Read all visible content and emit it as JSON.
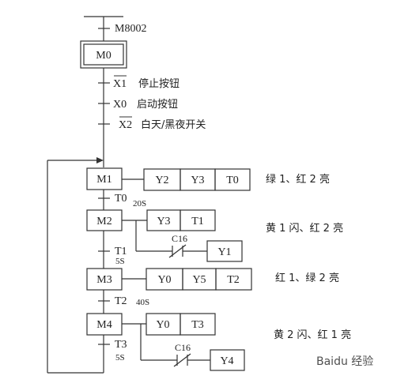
{
  "initial": {
    "condition": "M8002",
    "step": "M0"
  },
  "start_conditions": [
    {
      "signal": "X1",
      "negated": true,
      "desc": "停止按钮"
    },
    {
      "signal": "X0",
      "negated": false,
      "desc": "启动按钮"
    },
    {
      "signal": "X2",
      "negated": true,
      "desc": "白天/黑夜开关"
    }
  ],
  "steps": [
    {
      "name": "M1",
      "outputs": [
        "Y2",
        "Y3",
        "T0"
      ],
      "desc": "绿 1、红 2 亮",
      "transition": {
        "label": "T0",
        "time": "20S"
      }
    },
    {
      "name": "M2",
      "outputs": [
        "Y3",
        "T1"
      ],
      "desc": "黄 1 闪、红 2 亮",
      "blink": {
        "contact": "C16",
        "output": "Y1"
      },
      "transition": {
        "label": "T1",
        "time": "5S"
      }
    },
    {
      "name": "M3",
      "outputs": [
        "Y0",
        "Y5",
        "T2"
      ],
      "desc": "红 1、绿 2 亮",
      "transition": {
        "label": "T2",
        "time": "40S"
      }
    },
    {
      "name": "M4",
      "outputs": [
        "Y0",
        "T3"
      ],
      "desc": "黄 2 闪、红 1 亮",
      "blink": {
        "contact": "C16",
        "output": "Y4"
      },
      "transition": {
        "label": "T3",
        "time": "5S"
      }
    }
  ],
  "watermark": "Baidu 经验"
}
